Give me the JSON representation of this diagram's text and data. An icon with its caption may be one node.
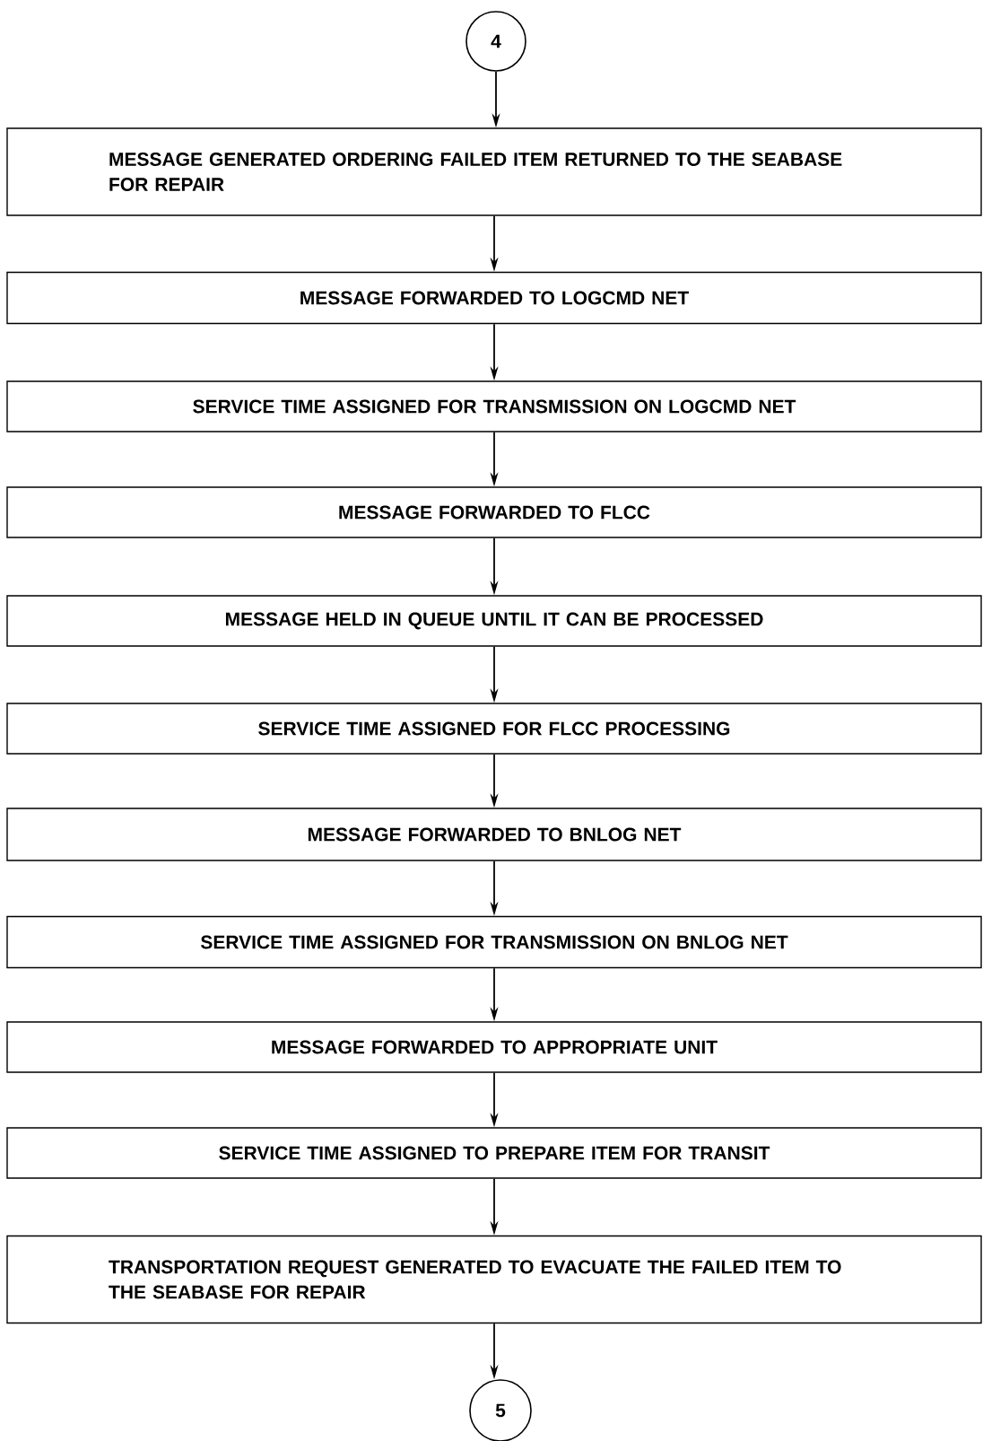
{
  "diagram": {
    "nodes": [
      {
        "text": [
          "4"
        ]
      },
      {
        "text": [
          "MESSAGE GENERATED ORDERING FAILED ITEM RETURNED TO THE SEABASE FOR REPAIR"
        ]
      },
      {
        "text": [
          "MESSAGE FORWARDED TO LOGCMD NET"
        ]
      },
      {
        "text": [
          "SERVICE TIME ASSIGNED FOR TRANSMISSION ON LOGCMD NET"
        ]
      },
      {
        "text": [
          "MESSAGE FORWARDED TO FLCC"
        ]
      },
      {
        "text": [
          "MESSAGE HELD IN QUEUE UNTIL IT CAN BE PROCESSED"
        ]
      },
      {
        "text": [
          "SERVICE TIME ASSIGNED FOR FLCC PROCESSING"
        ]
      },
      {
        "text": [
          "MESSAGE FORWARDED TO BNLOG NET"
        ]
      },
      {
        "text": [
          "SERVICE TIME ASSIGNED FOR TRANSMISSION ON BNLOG NET"
        ]
      },
      {
        "text": [
          "MESSAGE FORWARDED TO APPROPRIATE UNIT"
        ]
      },
      {
        "text": [
          "SERVICE TIME ASSIGNED TO PREPARE ITEM FOR TRANSIT"
        ]
      },
      {
        "text": [
          "TRANSPORTATION REQUEST GENERATED TO EVACUATE THE FAILED ITEM TO THE SEABASE FOR REPAIR"
        ]
      },
      {
        "text": [
          "5"
        ]
      }
    ],
    "edges": [
      {
        "from": 0,
        "to": 1,
        "arrow": "to"
      },
      {
        "from": 1,
        "to": 2,
        "arrow": "to"
      },
      {
        "from": 2,
        "to": 3,
        "arrow": "to"
      },
      {
        "from": 3,
        "to": 4,
        "arrow": "to"
      },
      {
        "from": 4,
        "to": 5,
        "arrow": "to"
      },
      {
        "from": 5,
        "to": 6,
        "arrow": "to"
      },
      {
        "from": 6,
        "to": 7,
        "arrow": "to"
      },
      {
        "from": 7,
        "to": 8,
        "arrow": "to"
      },
      {
        "from": 8,
        "to": 9,
        "arrow": "to"
      },
      {
        "from": 9,
        "to": 10,
        "arrow": "to"
      },
      {
        "from": 10,
        "to": 11,
        "arrow": "to"
      },
      {
        "from": 11,
        "to": 12,
        "arrow": "to"
      }
    ]
  }
}
